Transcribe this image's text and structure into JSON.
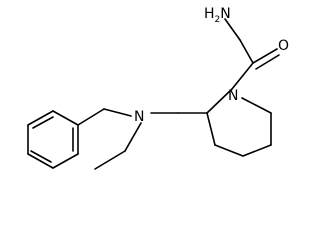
{
  "molecule": {
    "atoms": {
      "amine": {
        "text": "H",
        "subscript": "2",
        "element": "N"
      },
      "carbonyl_oxygen": {
        "text": "O"
      },
      "piperidine_nitrogen": {
        "text": "N"
      },
      "tertiary_amine_nitrogen": {
        "text": "N"
      }
    },
    "colors": {
      "bond": "#000000",
      "label": "#000000",
      "background": "#ffffff"
    }
  }
}
